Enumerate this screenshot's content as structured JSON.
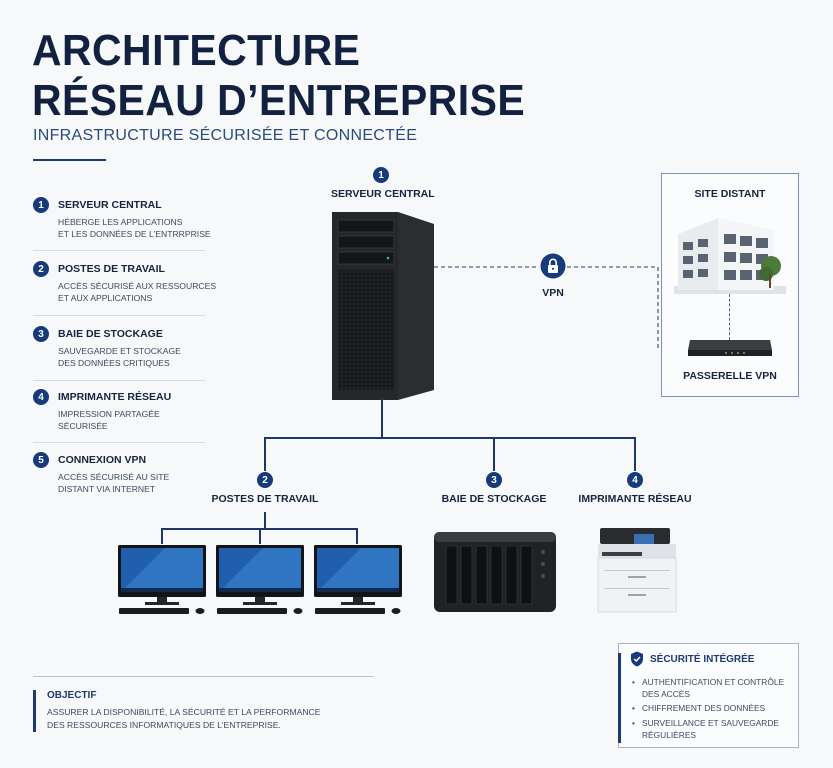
{
  "header": {
    "title_line1": "ARCHITECTURE",
    "title_line2": "RÉSEAU D’ENTREPRISE",
    "subtitle": "INFRASTRUCTURE SÉCURISÉE ET CONNECTÉE"
  },
  "legend_list": [
    {
      "num": "1",
      "title": "SERVEUR CENTRAL",
      "desc1": "HÉBERGE LES APPLICATIONS",
      "desc2": "ET LES DONNÉES DE L’ENTRRPRISE"
    },
    {
      "num": "2",
      "title": "POSTES DE TRAVAIL",
      "desc1": "ACCÈS SÉCURISÉ AUX RESSOURCES",
      "desc2": "ET AUX APPLICATIONS"
    },
    {
      "num": "3",
      "title": "BAIE DE STOCKAGE",
      "desc1": "SAUVEGARDE ET STOCKAGE",
      "desc2": "DES DONNÉES CRITIQUES"
    },
    {
      "num": "4",
      "title": "IMPRIMANTE RÉSEAU",
      "desc1": "IMPRESSION PARTAGÉE",
      "desc2": "SÉCURISÉE"
    },
    {
      "num": "5",
      "title": "CONNEXION VPN",
      "desc1": "ACCÈS SÉCURISÉ AU SITE",
      "desc2": "DISTANT VIA INTERNET"
    }
  ],
  "nodes": {
    "server": {
      "num": "1",
      "label": "SERVEUR CENTRAL"
    },
    "workstations": {
      "num": "2",
      "label": "POSTES DE TRAVAIL"
    },
    "storage": {
      "num": "3",
      "label": "BAIE DE STOCKAGE"
    },
    "printer": {
      "num": "4",
      "label": "IMPRIMANTE RÉSEAU"
    },
    "vpn": {
      "label": "VPN",
      "icon": "lock-icon"
    },
    "remote_site": {
      "label": "SITE DISTANT"
    },
    "gateway": {
      "label": "PASSERELLE VPN"
    }
  },
  "objective": {
    "title": "OBJECTIF",
    "line1": "ASSURER LA DISPONIBILITÉ, LA SÉCURITÉ ET LA PERFORMANCE",
    "line2": "DES RESSOURCES INFORMATIQUES DE L’ENTREPRISE."
  },
  "security": {
    "title": "SÉCURITÉ INTÉGRÉE",
    "icon": "shield-icon",
    "items": [
      {
        "line1": "AUTHENTIFICATION ET CONTRÔLE",
        "line2": "DES ACCÈS"
      },
      {
        "line1": "CHIFFREMENT DES DONNÉES",
        "line2": ""
      },
      {
        "line1": "SURVEILLANCE ET SAUVEGARDE",
        "line2": "RÉGULIÈRES"
      }
    ]
  },
  "colors": {
    "navy": "#12213f",
    "accent": "#173a7a",
    "line": "#1e3766",
    "background": "#f7f8fa"
  }
}
